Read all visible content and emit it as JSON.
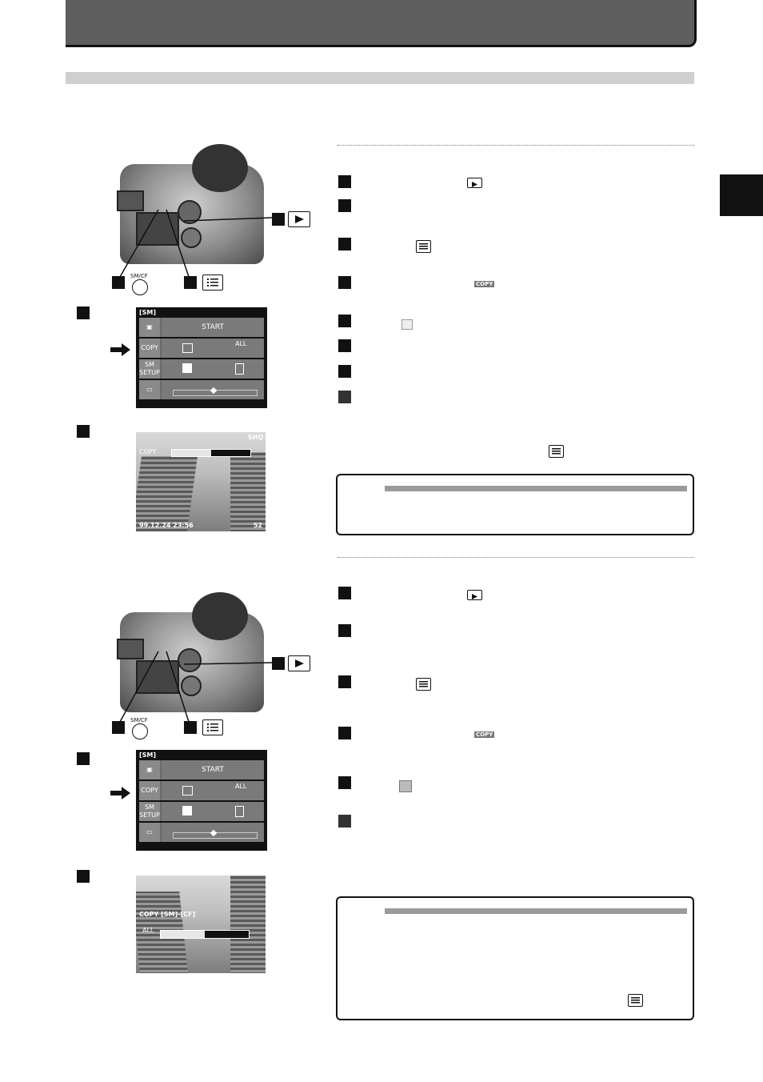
{
  "labels": {
    "sm_cf": "SM/CF",
    "menu_sm": "[SM]",
    "menu_start": "START",
    "menu_copy": "COPY",
    "menu_sm_setup_1": "SM",
    "menu_sm_setup_2": "SETUP",
    "menu_all": "ALL",
    "copy_icon_text": "COPY",
    "screen1_quality": "SHQ",
    "screen1_copy": "COPY",
    "screen1_date": "99.12.24 23:56",
    "screen1_count": "52",
    "screen2_copy": "COPY [SM]-[CF]",
    "screen2_all": "ALL"
  },
  "progress": {
    "screen1_copy": 0.5,
    "screen2_copy": 0.5
  },
  "icons": [
    "play-icon",
    "menu-list-icon",
    "copy-badge-icon",
    "single-frame-icon",
    "all-frames-icon",
    "arrow-right-icon"
  ]
}
